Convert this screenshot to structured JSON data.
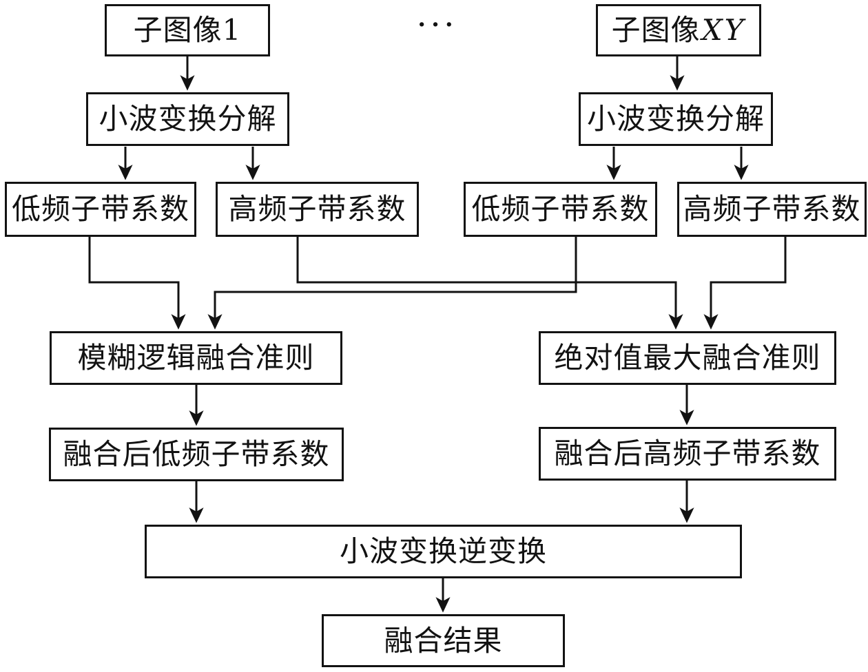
{
  "diagram": {
    "kind": "flowchart",
    "topic": "wavelet-transform-image-fusion",
    "ellipsis": "···",
    "colors": {
      "line": "#121212",
      "box_background": "#ffffff",
      "text": "#121212"
    },
    "nodes": [
      {
        "id": "sub-image-1",
        "label": "子图像1"
      },
      {
        "id": "sub-image-xy",
        "label_prefix": "子图像",
        "label_suffix": "XY"
      },
      {
        "id": "wavelet-decompose-left",
        "label": "小波变换分解"
      },
      {
        "id": "wavelet-decompose-right",
        "label": "小波变换分解"
      },
      {
        "id": "low-freq-left",
        "label": "低频子带系数"
      },
      {
        "id": "high-freq-left",
        "label": "高频子带系数"
      },
      {
        "id": "low-freq-right",
        "label": "低频子带系数"
      },
      {
        "id": "high-freq-right",
        "label": "高频子带系数"
      },
      {
        "id": "fuzzy-logic-fusion-rule",
        "label": "模糊逻辑融合准则"
      },
      {
        "id": "abs-max-fusion-rule",
        "label": "绝对值最大融合准则"
      },
      {
        "id": "fused-low-freq",
        "label": "融合后低频子带系数"
      },
      {
        "id": "fused-high-freq",
        "label": "融合后高频子带系数"
      },
      {
        "id": "inverse-wavelet",
        "label": "小波变换逆变换"
      },
      {
        "id": "fusion-result",
        "label": "融合结果"
      }
    ]
  }
}
